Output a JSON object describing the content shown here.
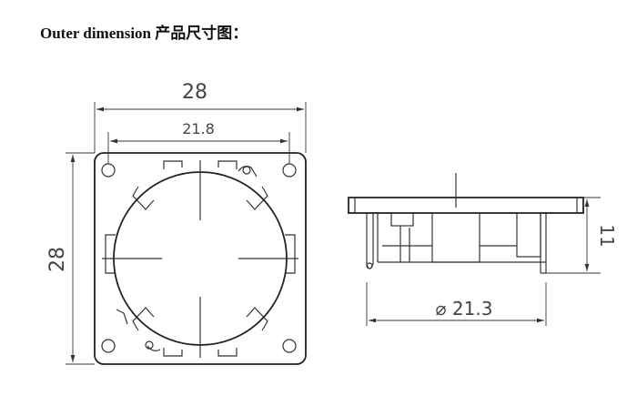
{
  "heading": "Outer dimension 产品尺寸图：",
  "front_view": {
    "width_outer": "28",
    "hole_spacing": "21.8",
    "height_outer": "28"
  },
  "side_view": {
    "diameter": "⌀ 21.3",
    "height": "11"
  },
  "colors": {
    "line": "#333333",
    "text": "#444444",
    "background": "#ffffff"
  }
}
